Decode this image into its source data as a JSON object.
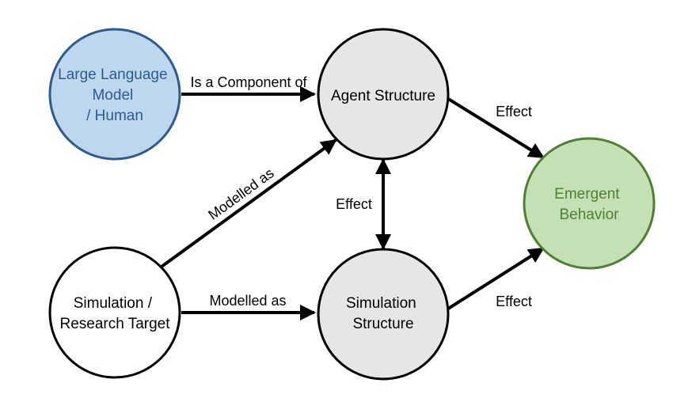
{
  "nodes": {
    "llm": {
      "lines": [
        "Large Language",
        "Model",
        "/ Human"
      ],
      "fill": "#bdd7ee",
      "stroke": "#2e5b8e",
      "text_color": "#2e5b8e"
    },
    "agent": {
      "lines": [
        "Agent Structure"
      ],
      "fill": "#e6e6e6",
      "stroke": "#000000",
      "text_color": "#000000"
    },
    "emergent": {
      "lines": [
        "Emergent",
        "Behavior"
      ],
      "fill": "#c5e0b4",
      "stroke": "#4f7f33",
      "text_color": "#4f7f33"
    },
    "target": {
      "lines": [
        "Simulation /",
        "Research Target"
      ],
      "fill": "#ffffff",
      "stroke": "#000000",
      "text_color": "#000000"
    },
    "simstruct": {
      "lines": [
        "Simulation",
        "Structure"
      ],
      "fill": "#e6e6e6",
      "stroke": "#000000",
      "text_color": "#000000"
    }
  },
  "edges": {
    "llm_agent": "Is a Component of",
    "target_agent": "Modelled as",
    "target_sim": "Modelled as",
    "agent_sim": "Effect",
    "agent_emergent": "Effect",
    "sim_emergent": "Effect"
  }
}
